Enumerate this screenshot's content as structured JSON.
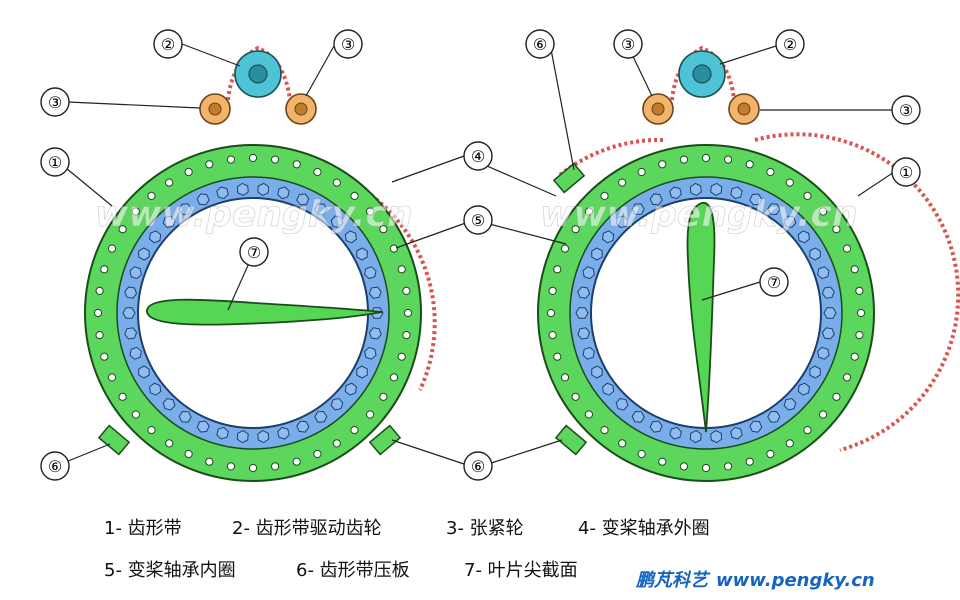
{
  "callout_numbers": [
    "①",
    "②",
    "③",
    "④",
    "⑤",
    "⑥",
    "⑦"
  ],
  "watermark": "www.pengky.cn",
  "legend": [
    {
      "text": "1- 齿形带"
    },
    {
      "text": "2- 齿形带驱动齿轮"
    },
    {
      "text": "3- 张紧轮"
    },
    {
      "text": "4- 变桨轴承外圈"
    },
    {
      "text": "5- 变桨轴承内圈"
    },
    {
      "text": "6- 齿形带压板"
    },
    {
      "text": "7- 叶片尖截面"
    }
  ],
  "brand": {
    "name": "鹏芃科艺",
    "site": "www.pengky.cn"
  },
  "colors": {
    "outer_ring": "#5cd65c",
    "inner_ring": "#7aaeea",
    "blade": "#55d655",
    "drive_gear": "#4fc3d6",
    "tension_wheel": "#f2b36b",
    "belt": "#d9534f",
    "brand": "#1565c0"
  }
}
